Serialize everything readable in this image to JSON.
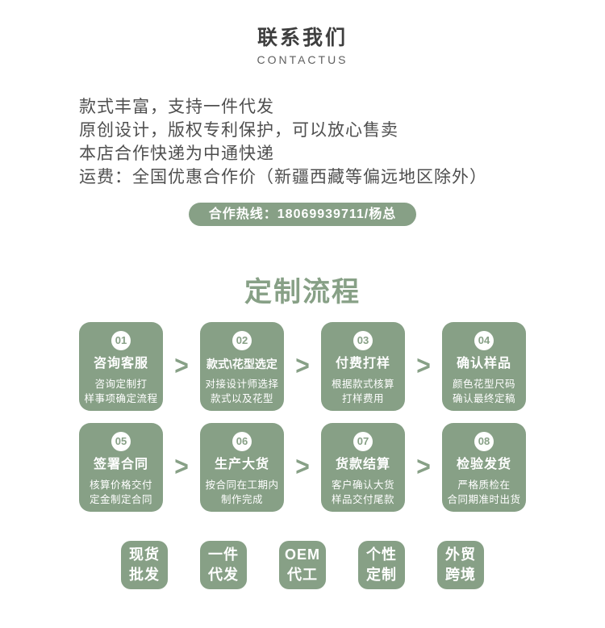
{
  "theme": {
    "accent": "#87a086",
    "title_color": "#3e3e3e",
    "body_text_color": "#4f4f4f",
    "box_text_color": "#ffffff"
  },
  "contact": {
    "title": "联系我们",
    "subtitle": "CONTACTUS",
    "lines": [
      "款式丰富，支持一件代发",
      "原创设计，版权专利保护，可以放心售卖",
      "本店合作快递为中通快递",
      "运费：全国优惠合作价（新疆西藏等偏远地区除外）"
    ],
    "hotline_label": "合作热线：18069939711/杨总"
  },
  "process": {
    "heading": "定制流程",
    "separator": ">",
    "steps": [
      {
        "num": "01",
        "title": "咨询客服",
        "desc_line1": "咨询定制打",
        "desc_line2": "样事项确定流程"
      },
      {
        "num": "02",
        "title": "款式\\花型选定",
        "desc_line1": "对接设计师选择",
        "desc_line2": "款式以及花型"
      },
      {
        "num": "03",
        "title": "付费打样",
        "desc_line1": "根据款式核算",
        "desc_line2": "打样费用"
      },
      {
        "num": "04",
        "title": "确认样品",
        "desc_line1": "颜色花型尺码",
        "desc_line2": "确认最终定稿"
      },
      {
        "num": "05",
        "title": "签署合同",
        "desc_line1": "核算价格交付",
        "desc_line2": "定金制定合同"
      },
      {
        "num": "06",
        "title": "生产大货",
        "desc_line1": "按合同在工期内",
        "desc_line2": "制作完成"
      },
      {
        "num": "07",
        "title": "货款结算",
        "desc_line1": "客户确认大货",
        "desc_line2": "样品交付尾款"
      },
      {
        "num": "08",
        "title": "检验发货",
        "desc_line1": "严格质检在",
        "desc_line2": "合同期准时出货"
      }
    ]
  },
  "tags": [
    {
      "line1": "现货",
      "line2": "批发"
    },
    {
      "line1": "一件",
      "line2": "代发"
    },
    {
      "line1": "OEM",
      "line2": "代工"
    },
    {
      "line1": "个性",
      "line2": "定制"
    },
    {
      "line1": "外贸",
      "line2": "跨境"
    }
  ]
}
